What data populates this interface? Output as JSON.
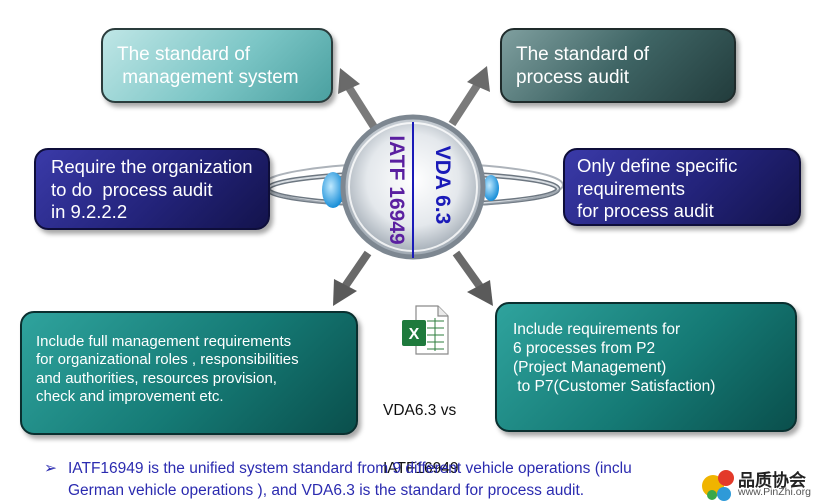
{
  "diagram": {
    "center": {
      "left_text": "IATF 16949",
      "right_text": "VDA 6.3"
    },
    "boxes": {
      "top_left": [
        "The standard of",
        " management system"
      ],
      "top_right": [
        "The standard of",
        "process audit"
      ],
      "mid_left": [
        "Require the organization",
        "to do  process audit",
        "in 9.2.2.2"
      ],
      "mid_right": [
        "Only define specific",
        "requirements",
        "for process audit"
      ],
      "bottom_left": [
        "Include full management requirements",
        "for organizational roles , responsibilities",
        "and authorities, resources provision,",
        "check and improvement etc."
      ],
      "bottom_right": [
        "Include requirements for",
        "6 processes from P2",
        "(Project Management)",
        " to P7(Customer Satisfaction)"
      ]
    },
    "file_label": [
      "VDA6.3 vs",
      "IATF16949"
    ],
    "file_icon": "excel-file-icon"
  },
  "footer": {
    "bullet": "➢",
    "lines": [
      "IATF16949 is the unified system standard from 9 different vehicle operations (inclu",
      "German vehicle operations ), and VDA6.3 is the standard for process audit."
    ]
  },
  "watermark": {
    "name": "品质协会",
    "url": "www.PinZhi.org"
  },
  "colors": {
    "center_text": "#5a1fa0",
    "divider": "#1a1ab8",
    "footer_text": "#2b2bb0"
  }
}
